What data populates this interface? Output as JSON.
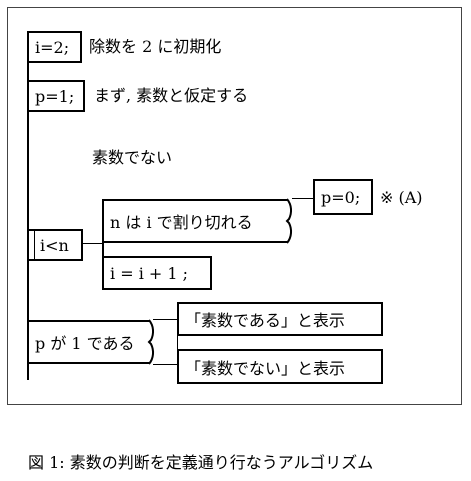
{
  "nodes": {
    "i_init": {
      "code": "i=2;",
      "comment": "除数を 2 に初期化"
    },
    "p_init": {
      "code": "p=1;",
      "comment": "まず, 素数と仮定する"
    },
    "not_prime_label": "素数でない",
    "loop_cond": "i<n",
    "div_test": "n は i で割り切れる",
    "p_zero": {
      "code": "p=0;",
      "comment": "※ (A)"
    },
    "increment": "i = i + 1 ;",
    "p_test": "p が 1 である",
    "show_prime": "「素数である」と表示",
    "show_not_prime": "「素数でない」と表示"
  },
  "caption": "図 1: 素数の判断を定義通り行なうアルゴリズム"
}
